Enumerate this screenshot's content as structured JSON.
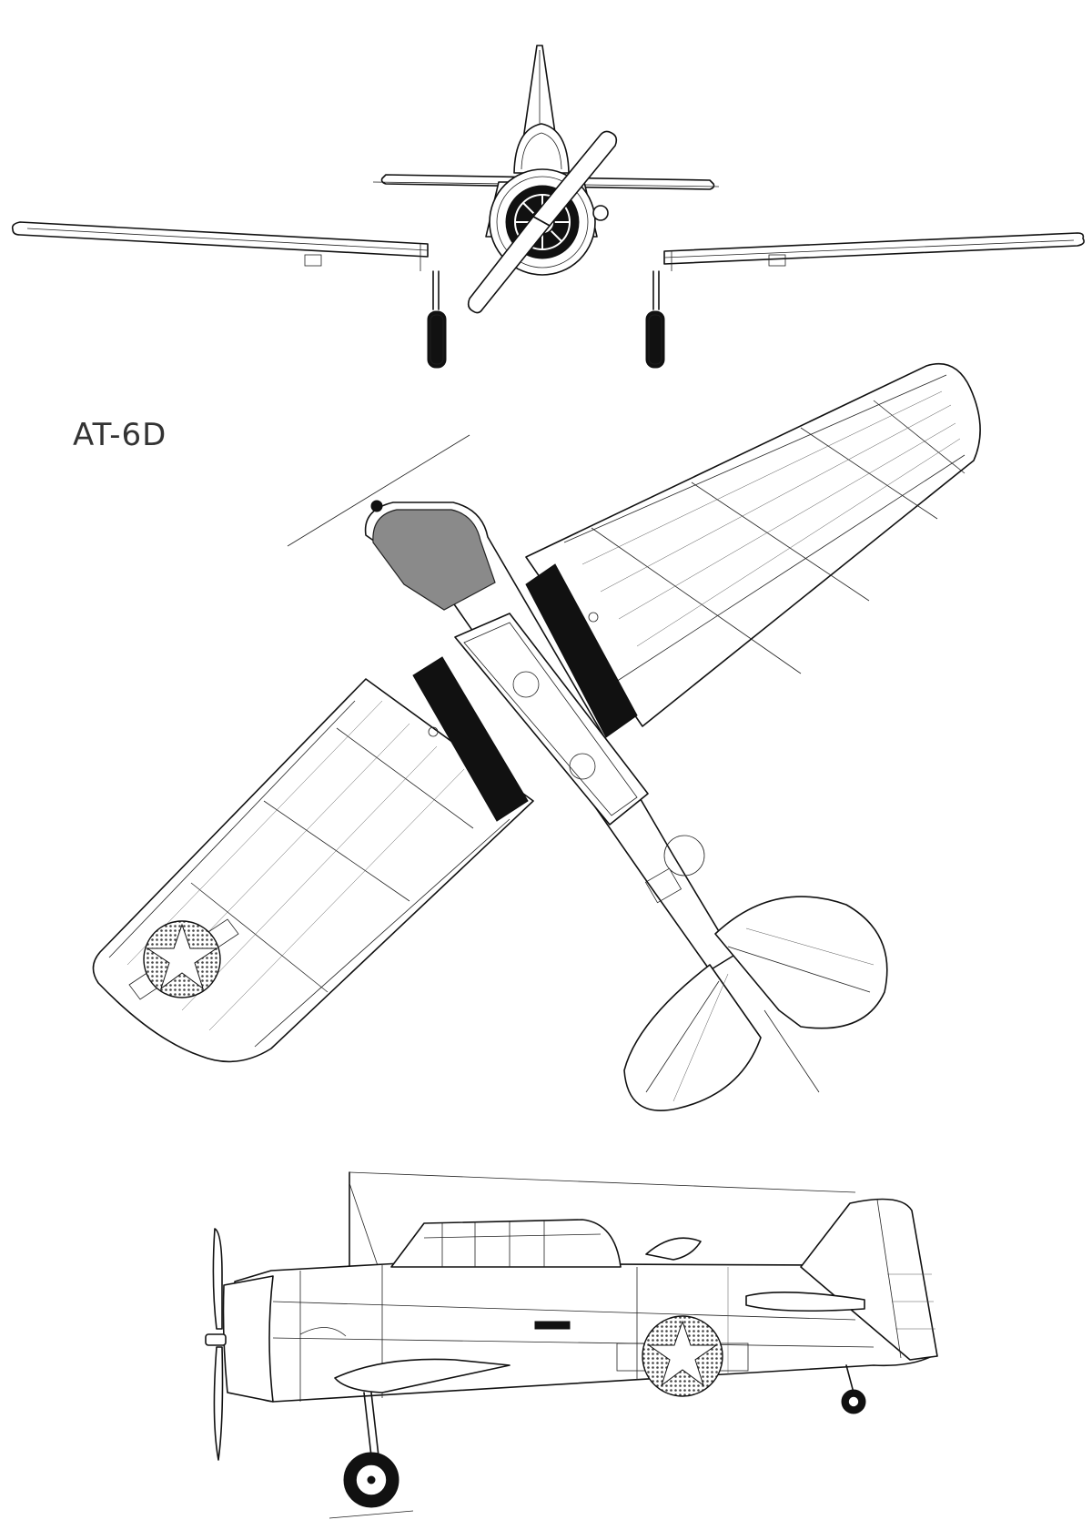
{
  "drawing": {
    "title": "AT-6D",
    "views": [
      "front",
      "plan",
      "side"
    ]
  },
  "insignia": {
    "star_color": "#ffffff",
    "disc_pattern": "dotted"
  },
  "colors": {
    "ink": "#111111",
    "paper": "#ffffff",
    "walkway": "#111111",
    "panel_shade": "#8a8a8a"
  }
}
